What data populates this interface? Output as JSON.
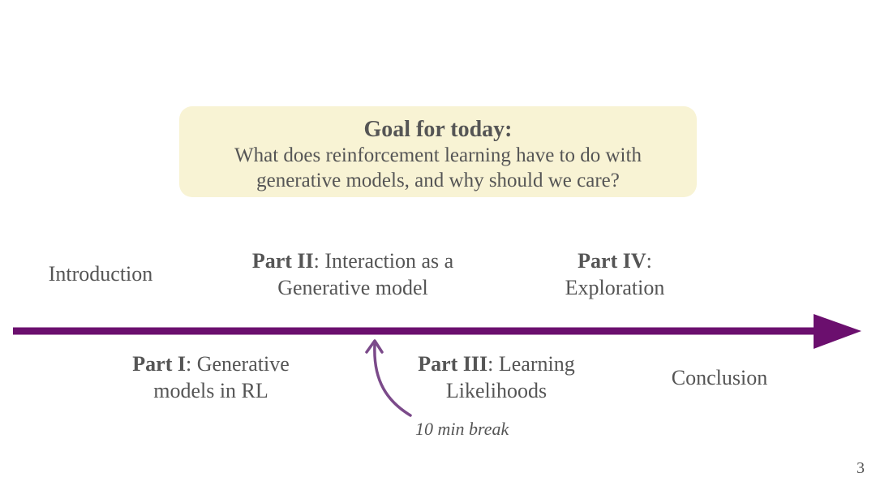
{
  "goal": {
    "title": "Goal for today:",
    "line1": "What does reinforcement learning have to do with",
    "line2": "generative models, and why should we care?"
  },
  "timeline": {
    "arrow_color": "#6b0f6e",
    "break_arrow_color": "#7b4a8a",
    "introduction": "Introduction",
    "part1": {
      "bold": "Part I",
      "rest": ": Generative",
      "line2": "models in RL"
    },
    "part2": {
      "bold": "Part II",
      "rest": ": Interaction as a",
      "line2": "Generative model"
    },
    "part3": {
      "bold": "Part III",
      "rest": ": Learning",
      "line2": "Likelihoods"
    },
    "part4": {
      "bold": "Part IV",
      "rest": ":",
      "line2": "Exploration"
    },
    "conclusion": "Conclusion",
    "break_note": "10 min break"
  },
  "slide": {
    "page_number": "3"
  }
}
